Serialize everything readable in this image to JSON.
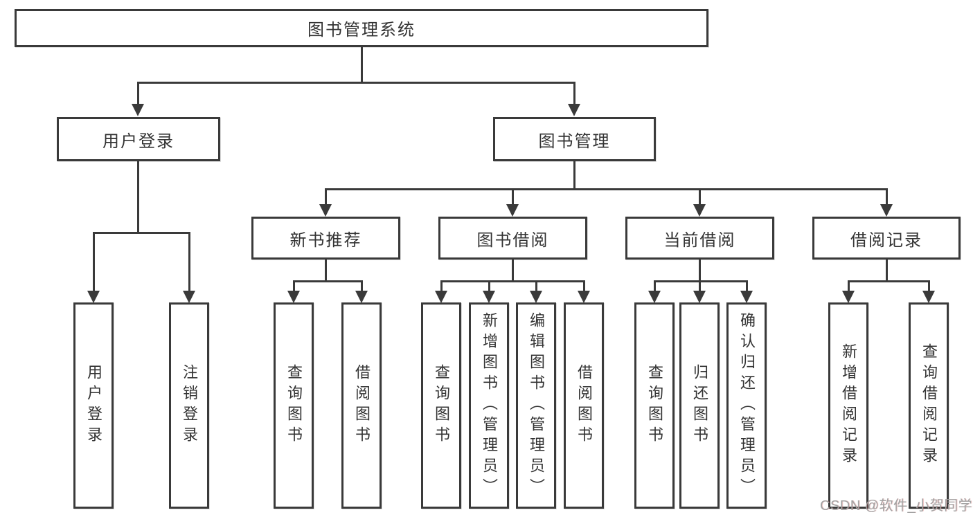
{
  "diagram_type": "hierarchy-tree",
  "nodes": {
    "root": "图书管理系统",
    "user_login": "用户登录",
    "book_management": "图书管理",
    "new_book_recommend": "新书推荐",
    "book_borrow": "图书借阅",
    "current_borrow": "当前借阅",
    "borrow_records": "借阅记录",
    "leaf_user_login": "用户登录",
    "leaf_logout": "注销登录",
    "leaf_rec_query": "查询图书",
    "leaf_rec_borrow": "借阅图书",
    "leaf_bor_query": "查询图书",
    "leaf_bor_add": "新增图书（管理员）",
    "leaf_bor_edit": "编辑图书（管理员）",
    "leaf_bor_borrow": "借阅图书",
    "leaf_cur_query": "查询图书",
    "leaf_cur_return": "归还图书",
    "leaf_cur_confirm": "确认归还（管理员）",
    "leaf_recd_add": "新增借阅记录",
    "leaf_recd_query": "查询借阅记录"
  },
  "hierarchy": {
    "图书管理系统": {
      "用户登录": [
        "用户登录",
        "注销登录"
      ],
      "图书管理": {
        "新书推荐": [
          "查询图书",
          "借阅图书"
        ],
        "图书借阅": [
          "查询图书",
          "新增图书（管理员）",
          "编辑图书（管理员）",
          "借阅图书"
        ],
        "当前借阅": [
          "查询图书",
          "归还图书",
          "确认归还（管理员）"
        ],
        "借阅记录": [
          "新增借阅记录",
          "查询借阅记录"
        ]
      }
    }
  },
  "watermark": "CSDN @软件_小贺同学",
  "colors": {
    "line": "#3a3a3a",
    "text": "#333333",
    "watermark": "#a3a3a3",
    "background": "#ffffff"
  }
}
